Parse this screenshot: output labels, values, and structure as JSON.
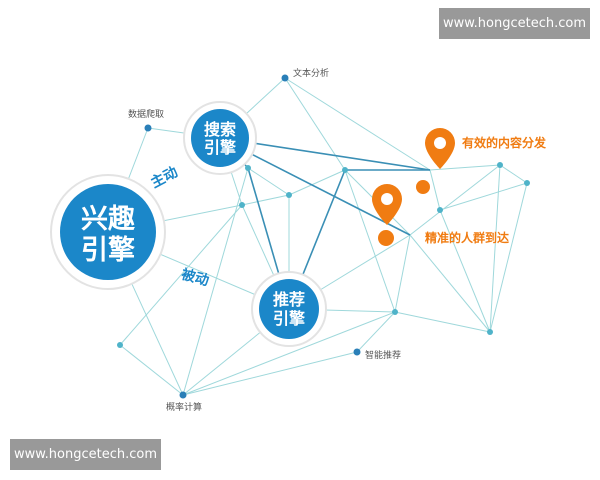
{
  "watermark_top": "www.hongcetech.com",
  "watermark_bottom": "www.hongcetech.com",
  "engines": {
    "interest": [
      "兴趣",
      "引擎"
    ],
    "search": [
      "搜索",
      "引擎"
    ],
    "recommend": [
      "推荐",
      "引擎"
    ]
  },
  "edge_labels": {
    "active": "主动",
    "passive": "被动"
  },
  "node_labels": {
    "text_analysis": "文本分析",
    "data_crawl": "数据爬取",
    "probability_calc": "概率计算",
    "smart_recommend": "智能推荐"
  },
  "outcomes": {
    "effective_distribution": "有效的内容分发",
    "precise_reach": "精准的人群到达"
  },
  "colors": {
    "blue": "#1b87c9",
    "teal_line": "#8fd3d6",
    "dark_line": "#2f8bb0",
    "orange": "#f07c12",
    "gray_text": "#555555"
  }
}
